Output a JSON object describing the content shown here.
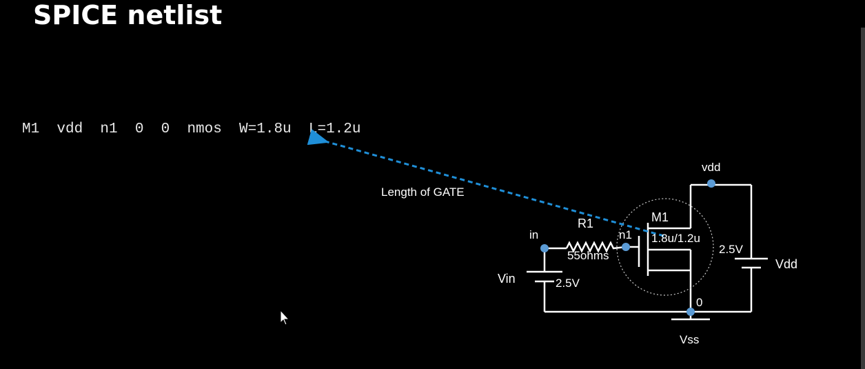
{
  "slide": {
    "title": "SPICE netlist",
    "netlist_line": "M1  vdd  n1  0  0  nmos  W=1.8u  L=1.2u",
    "annotation": "Length of GATE"
  },
  "circuit": {
    "node_labels": {
      "in": "in",
      "n1": "n1",
      "vdd": "vdd",
      "gnd": "0"
    },
    "resistor": {
      "name": "R1",
      "value": "55ohms"
    },
    "transistor": {
      "name": "M1",
      "size": "1.8u/1.2u"
    },
    "sources": {
      "vin": {
        "name": "Vin",
        "value": "2.5V"
      },
      "vdd": {
        "name": "Vdd",
        "value": "2.5V"
      }
    },
    "ground": {
      "name": "Vss"
    }
  },
  "colors": {
    "background": "#000000",
    "wire": "#ffffff",
    "node_dot": "#5b9bd5",
    "arrow": "#1f8fd8"
  }
}
